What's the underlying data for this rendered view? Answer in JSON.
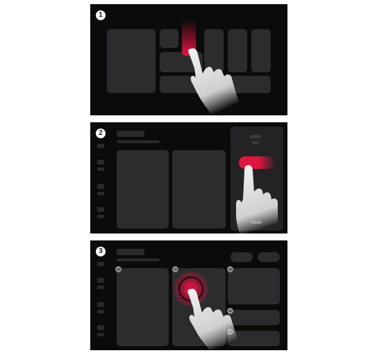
{
  "steps": [
    {
      "number": "1"
    },
    {
      "number": "2"
    },
    {
      "number": "3"
    }
  ],
  "colors": {
    "panel_bg": "#0b0b0c",
    "tile": "#2c2c2e",
    "highlight_red": "#e0153f",
    "hand": "#f2f2f2"
  }
}
